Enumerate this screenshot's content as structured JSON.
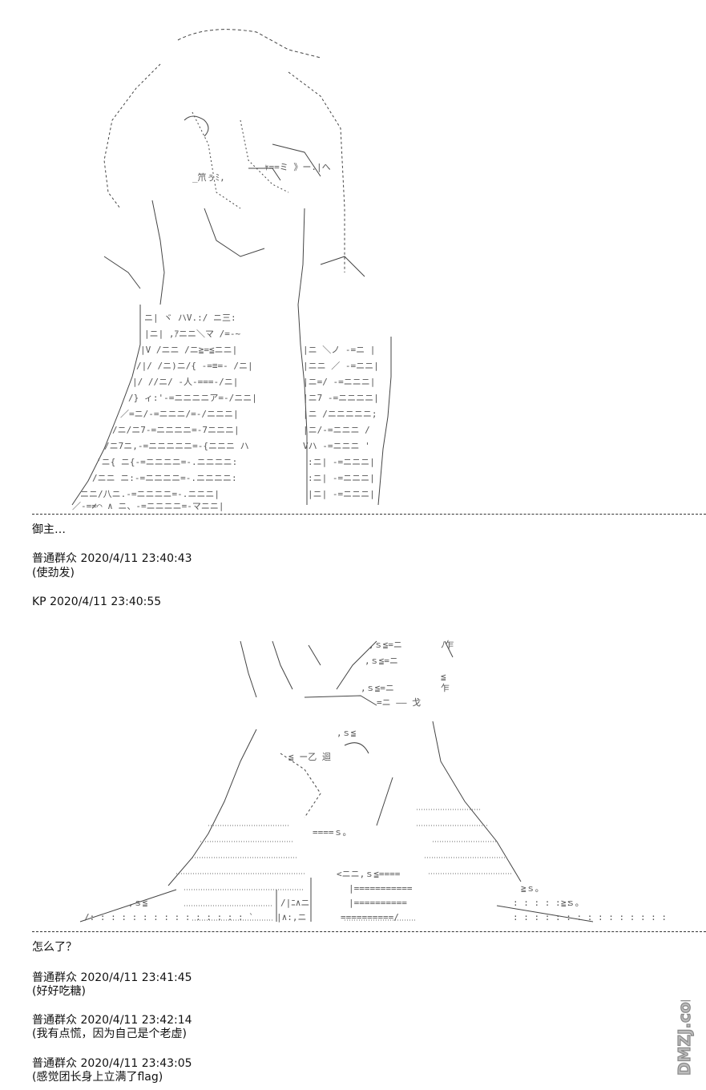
{
  "colors": {
    "ink": "#111111",
    "art": "#444444",
    "background": "#ffffff"
  },
  "block1": {
    "line1": "御主…",
    "post1_name": "普通群众",
    "post1_time": "2020/4/11 23:40:43",
    "post1_text": "(使劲发)",
    "post2_name": "KP",
    "post2_time": "2020/4/11 23:40:55"
  },
  "block2": {
    "line1": "怎么了？",
    "posts": [
      {
        "name": "普通群众",
        "time": "2020/4/11 23:41:45",
        "text": "(好好吃糖)"
      },
      {
        "name": "普通群众",
        "time": "2020/4/11 23:42:14",
        "text": "(我有点慌，因为自己是个老虚)"
      },
      {
        "name": "普通群众",
        "time": "2020/4/11 23:43:05",
        "text": "(感觉团长身上立满了flag)"
      }
    ]
  },
  "watermark": {
    "text": "DMZJ.com",
    "icon": "dmzj-watermark-logo"
  }
}
